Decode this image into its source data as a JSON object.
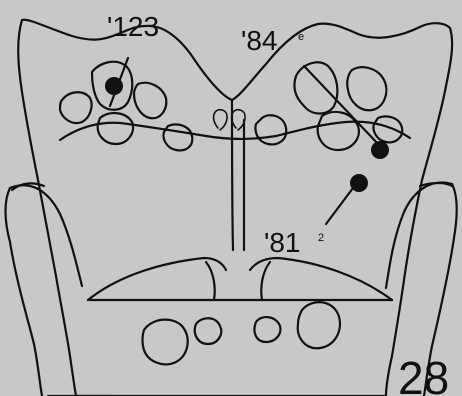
{
  "labels": {
    "recording_123": "'123",
    "recording_84": "'84",
    "recording_84_sup": "e",
    "recording_81": "'81",
    "recording_81_sup": "2",
    "panel_number": "28"
  },
  "colors": {
    "background": "#c8c8c8",
    "ink": "#111111"
  }
}
